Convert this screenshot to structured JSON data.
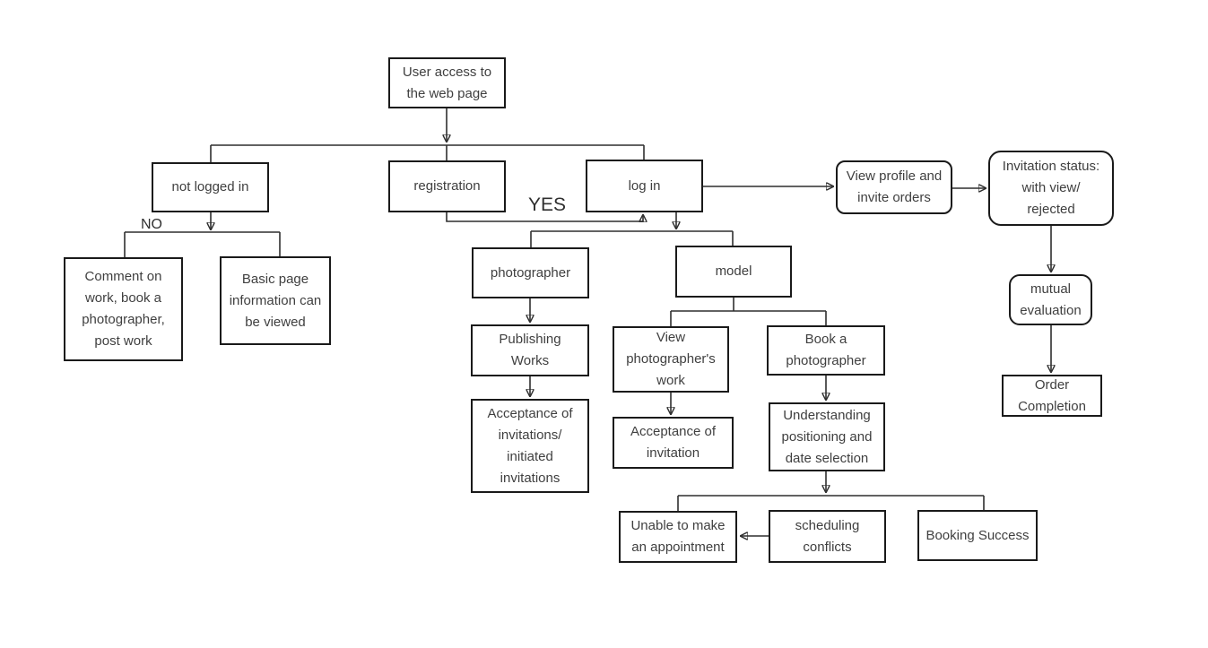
{
  "diagram": {
    "nodes": {
      "user_access": {
        "label": "User access to\nthe web page"
      },
      "not_logged_in": {
        "label": "not logged in"
      },
      "registration": {
        "label": "registration"
      },
      "log_in": {
        "label": "log in"
      },
      "comment_work": {
        "label": "Comment on\nwork, book a\nphotographer,\npost work"
      },
      "basic_info": {
        "label": "Basic page\ninformation can\nbe viewed"
      },
      "photographer": {
        "label": "photographer"
      },
      "model": {
        "label": "model"
      },
      "publishing_works": {
        "label": "Publishing\nWorks"
      },
      "acceptance_invitations": {
        "label": "Acceptance of\ninvitations/\ninitiated\ninvitations"
      },
      "view_work": {
        "label": "View\nphotographer's\nwork"
      },
      "acceptance_invitation": {
        "label": "Acceptance of\ninvitation"
      },
      "book_photographer": {
        "label": "Book a\nphotographer"
      },
      "understanding": {
        "label": "Understanding\npositioning and\ndate selection"
      },
      "unable": {
        "label": "Unable to make\nan appointment"
      },
      "scheduling": {
        "label": "scheduling\nconflicts"
      },
      "booking_success": {
        "label": "Booking Success"
      },
      "view_profile": {
        "label": "View profile and\ninvite orders"
      },
      "invitation_status": {
        "label": "Invitation status:\nwith view/\nrejected"
      },
      "mutual_evaluation": {
        "label": "mutual\nevaluation"
      },
      "order_completion": {
        "label": "Order\nCompletion"
      }
    },
    "edge_labels": {
      "no": "NO",
      "yes": "YES"
    },
    "colors": {
      "background": "#ffffff",
      "node_border": "#1a1a1a",
      "connector": "#2f2f2f",
      "text": "#3f3f3f"
    }
  }
}
